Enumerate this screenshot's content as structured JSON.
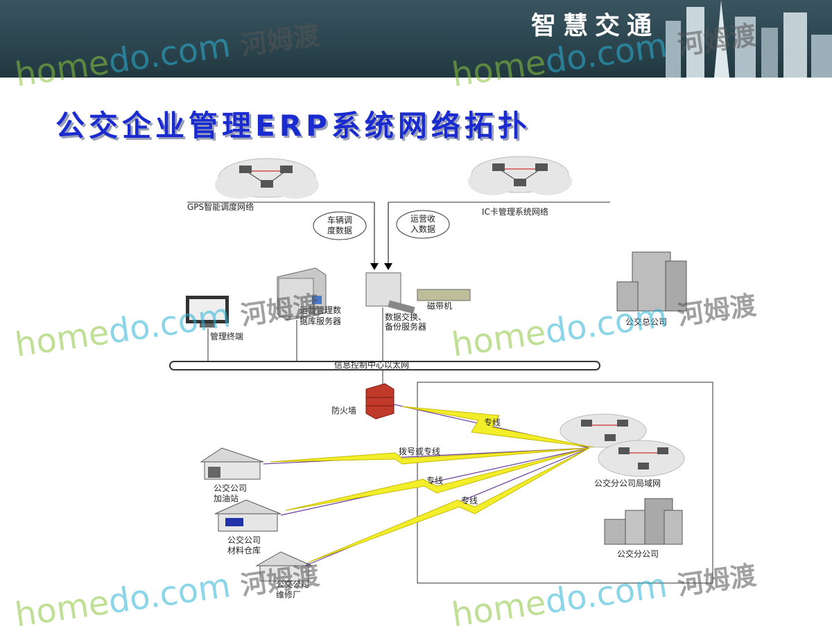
{
  "header": {
    "brand_title": "智慧交通"
  },
  "title": "公交企业管理ERP系统网络拓扑",
  "diagram": {
    "gps_network": "GPS智能调度网络",
    "ic_network": "IC卡管理系统网络",
    "vehicle_data": [
      "车辆调",
      "度数据"
    ],
    "revenue_data": [
      "运营收",
      "入数据"
    ],
    "ops_db_server": [
      "运营管理数",
      "据库服务器"
    ],
    "exchange_server": [
      "数据交换、",
      "备份服务器"
    ],
    "tape_drive": "磁带机",
    "mgmt_terminal": "管理终端",
    "hq": "公交总公司",
    "ethernet": "信息控制中心以太网",
    "firewall": "防火墙",
    "leased_line": "专线",
    "dialup_line": "拨号或专线",
    "branch_lan": "公交分公司局域网",
    "branch_company": "公交分公司",
    "gas_station": [
      "公交公司",
      "加油站"
    ],
    "warehouse": [
      "公交公司",
      "材料仓库"
    ],
    "repair": [
      "公交公司",
      "维修厂"
    ]
  },
  "watermark": {
    "home": "home",
    "do": "do.com",
    "cn": "河姆渡"
  }
}
